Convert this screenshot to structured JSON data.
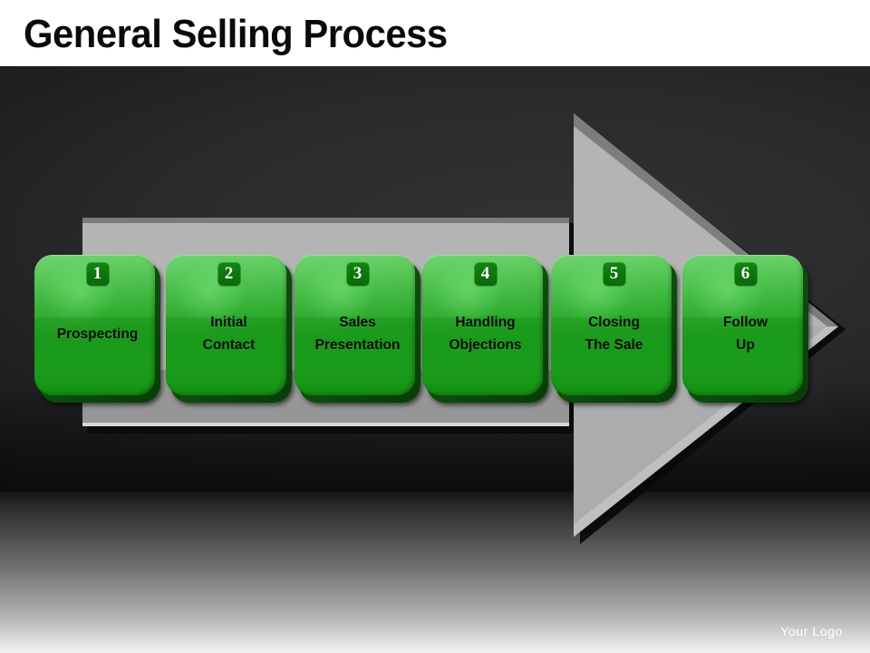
{
  "slide": {
    "title": "General Selling Process",
    "logo_text": "Your Logo",
    "background": {
      "title_band_color": "#ffffff",
      "stage_color": "#2a2a2c",
      "floor_top_color": "#161617",
      "floor_bottom_color": "#f2f2f2"
    }
  },
  "arrow": {
    "name": "process-arrow",
    "fill_color": "#b4b4b4",
    "bevel_dark_color": "#7d7d7d",
    "bevel_light_color": "#d7d7d7",
    "shadow_color": "#0a0a0a",
    "direction": "right"
  },
  "process": {
    "box_face_color": "#1e9c1e",
    "box_edge_color": "#0a4e0a",
    "badge_color": "#0d760d",
    "label_color": "#0b0b0b",
    "steps": [
      {
        "number": "1",
        "lines": [
          "Prospecting"
        ]
      },
      {
        "number": "2",
        "lines": [
          "Initial",
          "Contact"
        ]
      },
      {
        "number": "3",
        "lines": [
          "Sales",
          "Presentation"
        ]
      },
      {
        "number": "4",
        "lines": [
          "Handling",
          "Objections"
        ]
      },
      {
        "number": "5",
        "lines": [
          "Closing",
          "The Sale"
        ]
      },
      {
        "number": "6",
        "lines": [
          "Follow",
          "Up"
        ]
      }
    ]
  }
}
